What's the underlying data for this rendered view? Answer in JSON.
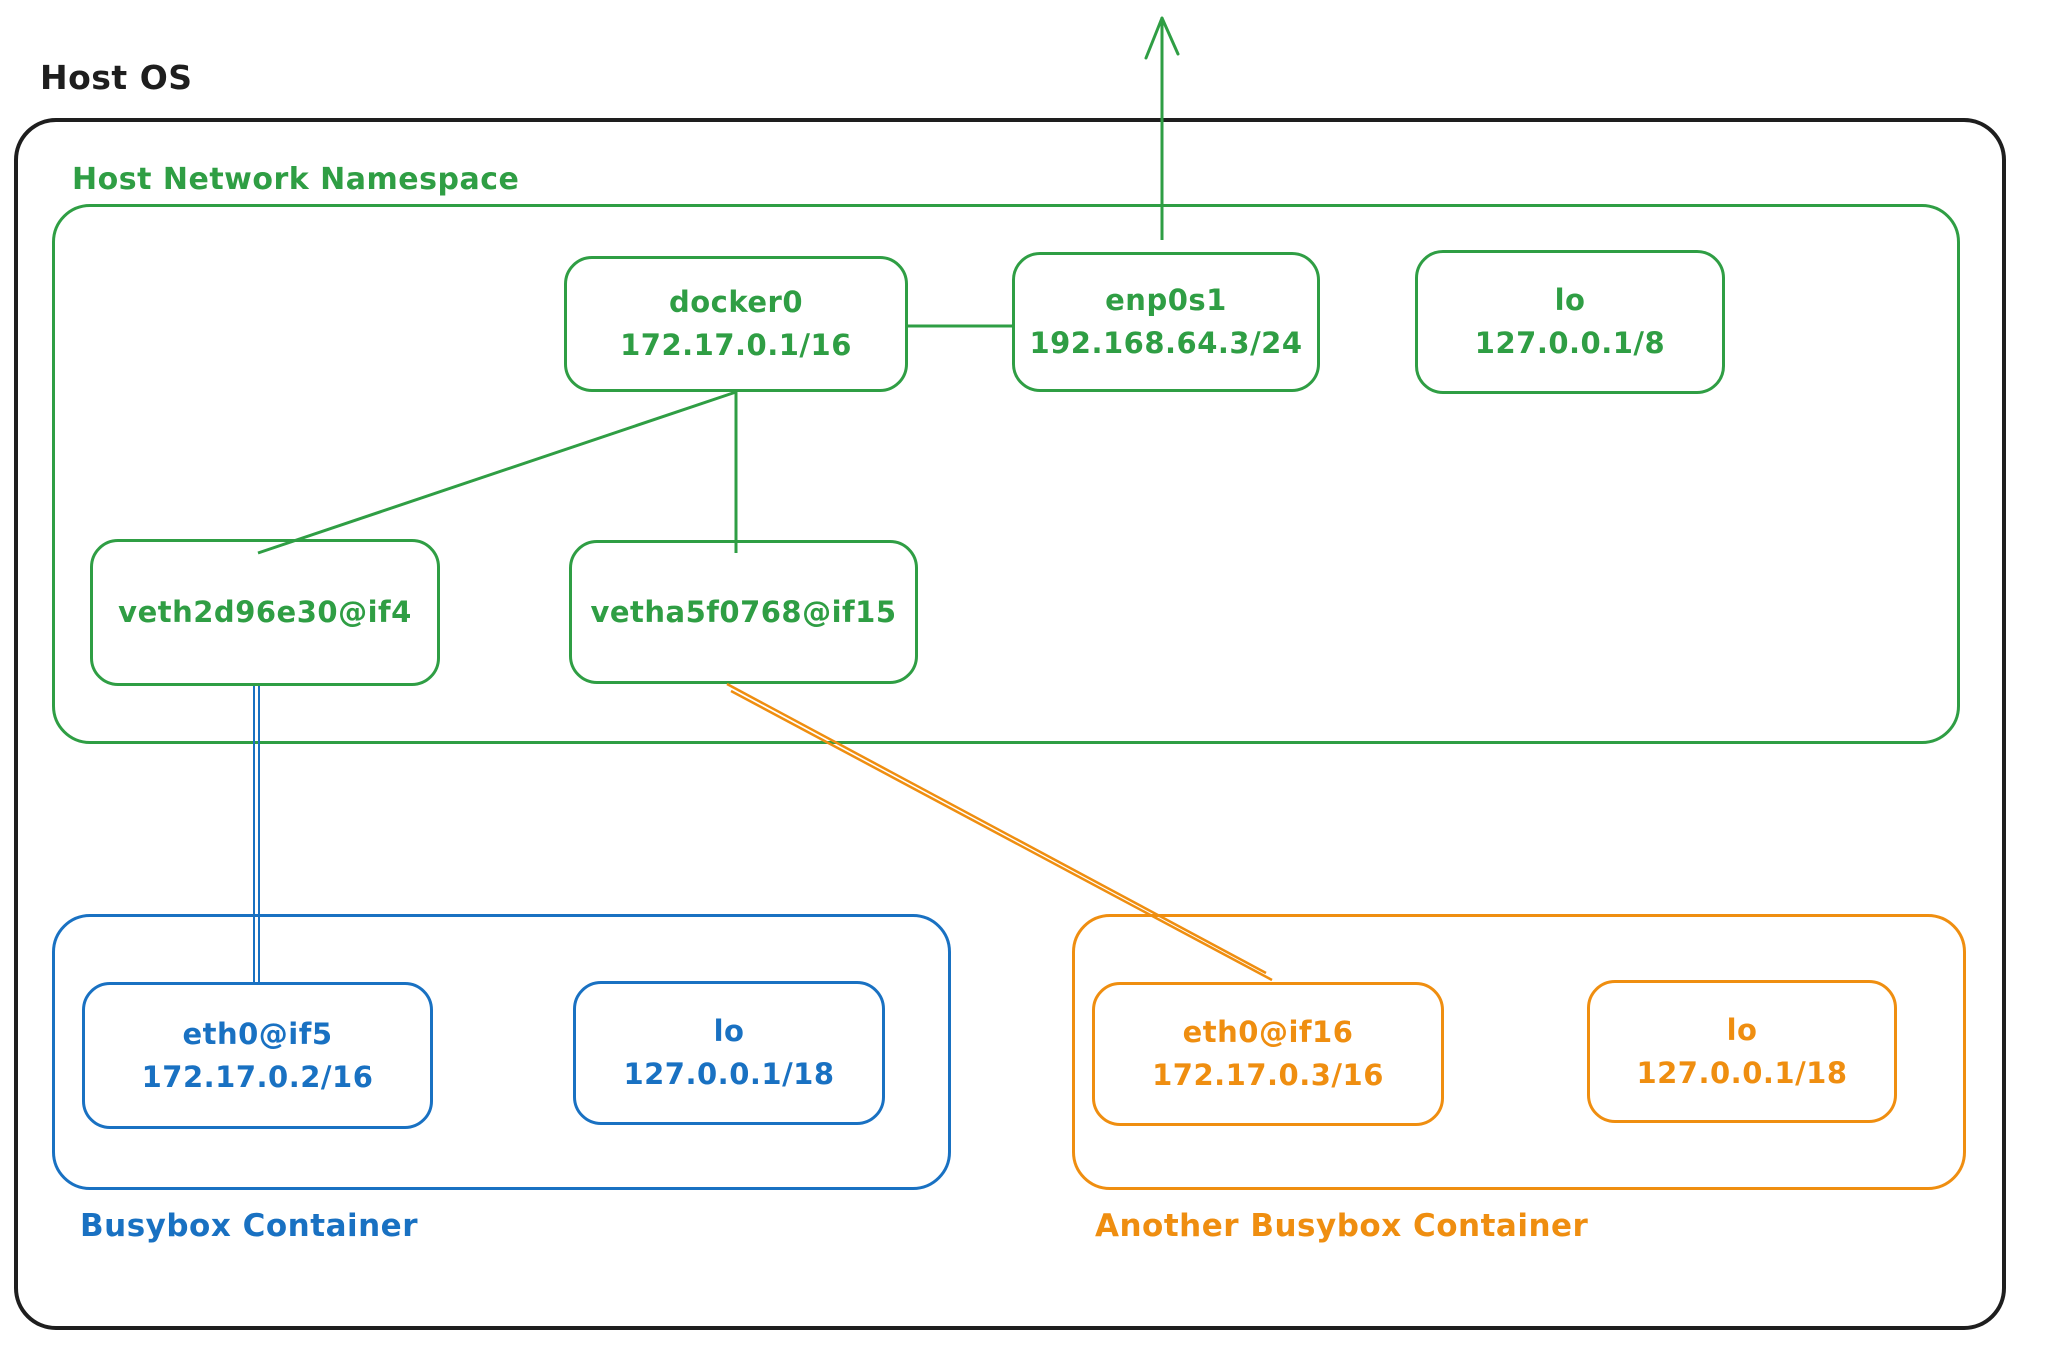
{
  "host_os_label": "Host OS",
  "colors": {
    "black": "#1e1e1e",
    "green": "#2f9e44",
    "blue": "#1971c2",
    "orange": "#ef8e10"
  },
  "host_namespace": {
    "label": "Host Network Namespace",
    "nodes": {
      "docker0": {
        "name": "docker0",
        "ip": "172.17.0.1/16"
      },
      "enp0s1": {
        "name": "enp0s1",
        "ip": "192.168.64.3/24"
      },
      "lo": {
        "name": "lo",
        "ip": "127.0.0.1/8"
      },
      "veth1": {
        "name": "veth2d96e30@if4"
      },
      "veth2": {
        "name": "vetha5f0768@if15"
      }
    }
  },
  "busybox_container": {
    "label": "Busybox Container",
    "nodes": {
      "eth0": {
        "name": "eth0@if5",
        "ip": "172.17.0.2/16"
      },
      "lo": {
        "name": "lo",
        "ip": "127.0.0.1/18"
      }
    }
  },
  "another_busybox_container": {
    "label": "Another Busybox Container",
    "nodes": {
      "eth0": {
        "name": "eth0@if16",
        "ip": "172.17.0.3/16"
      },
      "lo": {
        "name": "lo",
        "ip": "127.0.0.1/18"
      }
    }
  }
}
